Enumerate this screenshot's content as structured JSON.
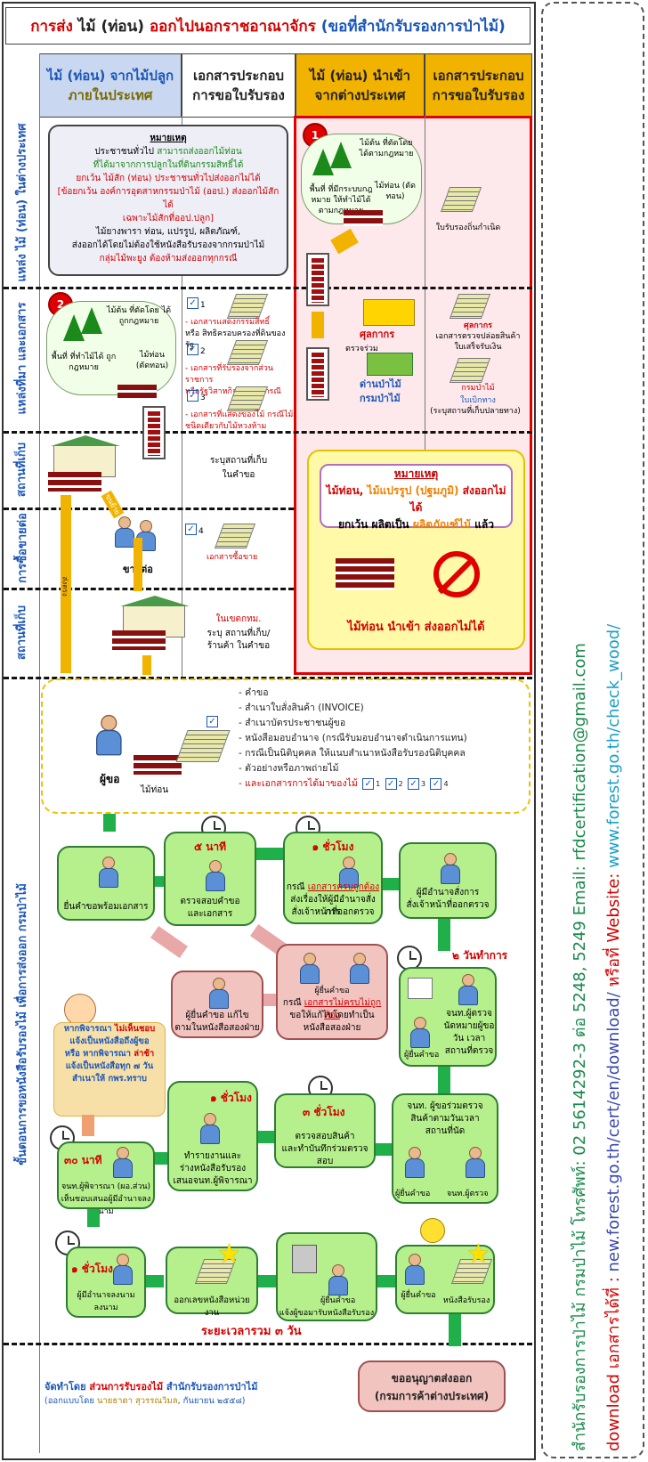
{
  "title": {
    "part1": "การส่ง",
    "part2": "ไม้ (ท่อน)",
    "part3": "ออกไปนอกราชอาณาจักร",
    "part4": "(ขอที่สำนักรับรองการป่าไม้)"
  },
  "headers": {
    "col1_line1": "ไม้ (ท่อน) จากไม้ปลูก",
    "col1_line2": "ภายในประเทศ",
    "col2_line1": "เอกสารประกอบ",
    "col2_line2": "การขอใบรับรอง",
    "col3_line1": "ไม้ (ท่อน) นำเข้า",
    "col3_line2": "จากต่างประเทศ",
    "col4_line1": "เอกสารประกอบ",
    "col4_line2": "การขอใบรับรอง"
  },
  "row_labels": {
    "row1": "แหล่ง ไม้ (ท่อน) ในต่างประเทศ",
    "row2": "แหล่งที่มา และเอกสาร",
    "row3": "สถานที่เก็บ",
    "row4": "การซื้อขายต่อ",
    "row5": "สถานที่เก็บ",
    "row6": "ขั้นตอนการขอหนังสือรับรองไม้ เพื่อการส่งออก กรมป่าไม้"
  },
  "note1": {
    "heading": "หมายเหตุ",
    "l1": "ประชาชนทั่วไป",
    "l1b": "สามารถส่งออกไม้ท่อน",
    "l2": "ที่ได้มาจากการปลูกในที่ดินกรรมสิทธิ์ได้",
    "l3": "ยกเว้น ไม้สัก (ท่อน) ประชาชนทั่วไปส่งออกไม่ได้",
    "l4": "[ข้อยกเว้น องค์การอุตสาหกรรมป่าไม้ (ออป.) ส่งออกไม้สักได้",
    "l5": "เฉพาะไม้สักที่ออป.ปลูก]",
    "l6": "ไม้ยางพารา ท่อน, แปรรูป, ผลิตภัณฑ์,",
    "l7": "ส่งออกได้โดยไม่ต้องใช้หนังสือรับรองจากกรมป่าไม้",
    "l8": "กลุ่มไม้พะยูง ต้องห้ามส่งออกทุกกรณี"
  },
  "imported": {
    "badge": "1",
    "tree_label": "ไม้ต้น ที่ตัดโดย ได้ตามกฎหมาย",
    "land_label": "พื้นที่ ที่มีกระบบกฎหมาย ให้ทำไม้ได้ตามกฎหมาย",
    "log_label": "ไม้ท่อน (ตัดทอน)",
    "doc_label": "ใบรับรองถิ่นกำเนิด",
    "customs": "ศุลกากร",
    "inspect": "ตรวจร่วม",
    "checkpoint1": "ด่านป่าไม้",
    "checkpoint2": "กรมป่าไม้",
    "customs_doc": "ศุลกากร",
    "customs_doc2": "เอกสารตรวจปล่อยสินค้า",
    "customs_doc3": "ใบเสร็จรับเงิน",
    "forest_doc": "กรมป่าไม้",
    "forest_doc2": "ใบเบิกทาง",
    "forest_doc3": "(ระบุสถานที่เก็บปลายทาง)"
  },
  "domestic": {
    "badge": "2",
    "tree_label": "ไม้ต้น ที่ตัดโดย ได้ถูกกฎหมาย",
    "land_label": "พื้นที่ ที่ทำไม้ได้ ถูกกฎหมาย",
    "log_label": "ไม้ท่อน (ตัดทอน)",
    "doc1_num": "1",
    "doc1_a": "- เอกสารแสดงกรรมสิทธิ์",
    "doc1_b": "หรือ สิทธิครอบครองที่ดินของรัฐ",
    "doc2_num": "2",
    "doc2_a": "- เอกสารที่รับรองจากส่วนราชการ",
    "doc2_b": "หรือรัฐวิสาหกิจ แล้วแต่กรณี",
    "doc3_num": "3",
    "doc3_a": "- เอกสารที่แสดงของไม้ กรณีไม้",
    "doc3_b": "ชนิดเดียวกับไม้หวงห้าม",
    "store_doc1": "ระบุสถานที่เก็บ",
    "store_doc2": "ในคำขอ",
    "resell_label": "ขายต่อ",
    "resell_doc_num": "4",
    "resell_doc": "เอกสารซื้อขาย",
    "store2_doc1": "ในเขตกทม.",
    "store2_doc2": "ระบุ สถานที่เก็บ/",
    "store2_doc3": "ร้านค้า ในคำขอ",
    "direct_send": "ส่งตรง",
    "move": "ขนย้าย"
  },
  "note2": {
    "heading": "หมายเหตุ",
    "l1a": "ไม้ท่อน, ",
    "l1b": "ไม้แปรรูป (ปฐมภูมิ)",
    "l1c": " ส่งออกไม่ได้",
    "l2a": "ยกเว้น ผลิตเป็น ",
    "l2b": "ผลิตภัณฑ์ไม้",
    "l2c": " แล้ว",
    "footer": "ไม้ท่อน นำเข้า ส่งออกไม่ได้"
  },
  "requirements": {
    "applicant": "ผู้ขอ",
    "log": "ไม้ท่อน",
    "items": [
      "- คำขอ",
      "- สำเนาใบสั่งสินค้า (INVOICE)",
      "- สำเนาบัตรประชาชนผู้ขอ",
      "- หนังสือมอบอำนาจ (กรณีรับมอบอำนาจดำเนินการแทน)",
      "- กรณีเป็นนิติบุคคล ให้แนบสำเนาหนังสือรับรองนิติบุคคล",
      "- ตัวอย่างหรือภาพถ่ายไม้"
    ],
    "last_item": "- และเอกสารการได้มาของไม้",
    "checks": [
      "1",
      "2",
      "3",
      "4"
    ]
  },
  "flow": {
    "s1": "ยื่นคำขอพร้อมเอกสาร",
    "s2_time": "๕ นาที",
    "s2_a": "ตรวจสอบคำขอ",
    "s2_b": "และเอกสาร",
    "s3_time": "๑ ชั่วโมง",
    "s3_a": "กรณี",
    "s3_b": "เอกสารครบถูกต้อง",
    "s3_c": "ส่งเรื่องให้ผู้มีอำนาจสั่งการ",
    "s3_d": "สั่งเจ้าหน้าที่ออกตรวจ",
    "s4_a": "ผู้มีอำนาจสั่งการ",
    "s4_b": "สั่งเจ้าหน้าที่ออกตรวจ",
    "s4_time": "๒ วันทำการ",
    "p1_a": "ผู้ยื่นคำขอ แก้ไข",
    "p1_b": "ตามในหนังสือสองฝ่าย",
    "p2_who": "ผู้ยื่นคำขอ",
    "p2_a": "กรณี",
    "p2_b": "เอกสารไม่ครบไม่ถูกต้อง",
    "p2_c": "ขอให้แก้ไขโดยทำเป็น",
    "p2_d": "หนังสือสองฝ่าย",
    "s5_who": "ผู้ยื่นคำขอ",
    "s5_a": "จนท.ผู้ตรวจ",
    "s5_b": "นัดหมายผู้ขอ",
    "s5_c": "วัน เวลา",
    "s5_d": "สถานที่ตรวจ",
    "reject_a": "หากพิจารณา",
    "reject_b": "ไม่เห็นชอบ",
    "reject_c": "แจ้งเป็นหนังสือถึงผู้ขอ",
    "reject_d": "หรือ หากพิจารณา",
    "reject_e": "ล่าช้า",
    "reject_f": "แจ้งเป็นหนังสือทุก ๗ วัน",
    "reject_g": "สำเนาให้ กพร.ทราบ",
    "s6_time": "๑ ชั่วโมง",
    "s6_a": "ทำรายงานและ",
    "s6_b": "ร่างหนังสือรับรอง",
    "s6_c": "เสนอจนท.ผู้พิจารณา",
    "s7_time": "๓ ชั่วโมง",
    "s7_a": "ตรวจสอบสินค้า",
    "s7_b": "และทำบันทึกร่วมตรวจสอบ",
    "s8_a": "จนท. ผู้ขอร่วมตรวจ",
    "s8_b": "สินค้าตามวันเวลา",
    "s8_c": "สถานที่นัด",
    "s8_who1": "ผู้ยื่นคำขอ",
    "s8_who2": "จนท.ผู้ตรวจ",
    "s9_time": "๓๐ นาที",
    "s9_a": "จนท.ผู้พิจารณา (ผอ.ส่วน)",
    "s9_b": "เห็นชอบเสนอผู้มีอำนาจลงนาม",
    "s10_time": "๑ ชั่วโมง",
    "s10_a": "ผู้มีอำนาจลงนาม",
    "s10_b": "ลงนาม",
    "s11": "ออกเลขหนังสือหน่วยงาน",
    "s12_a": "ผู้ยื่นคำขอ",
    "s12_b": "แจ้งผู้ขอมารับหนังสือรับรอง",
    "s13_a": "ผู้ยื่นคำขอ",
    "s13_b": "หนังสือรับรอง",
    "total": "ระยะเวลารวม ๓ วัน"
  },
  "bottom": {
    "by": "จัดทำโดย",
    "by_org": "ส่วนการรับรองไม้",
    "by_org2": "สำนักรับรองการป่าไม้",
    "design": "(ออกแบบโดย",
    "designer": "นายธาดา สุวรรณวิมล",
    "date": ", กันยายน ๒๕๕๘)",
    "exit1": "ขออนุญาตส่งออก",
    "exit2": "(กรมการค้าต่างประเทศ)"
  },
  "side": {
    "line1_a": "สำนักรับรองการป่าไม้ กรมป่าไม้",
    "line1_b": " โทรศัพท์: 02 5614292-3 ต่อ 5248, 5249 ",
    "line1_c": "Email: rfdcertification@gmail.com",
    "line2_a": "download เอกสารได้ที่ : ",
    "line2_b": "new.forest.go.th/cert/en/download/",
    "line2_c": " หรือที่ ",
    "line2_d": "Website: ",
    "line2_e": "www.forest.go.th/check_wood/"
  }
}
